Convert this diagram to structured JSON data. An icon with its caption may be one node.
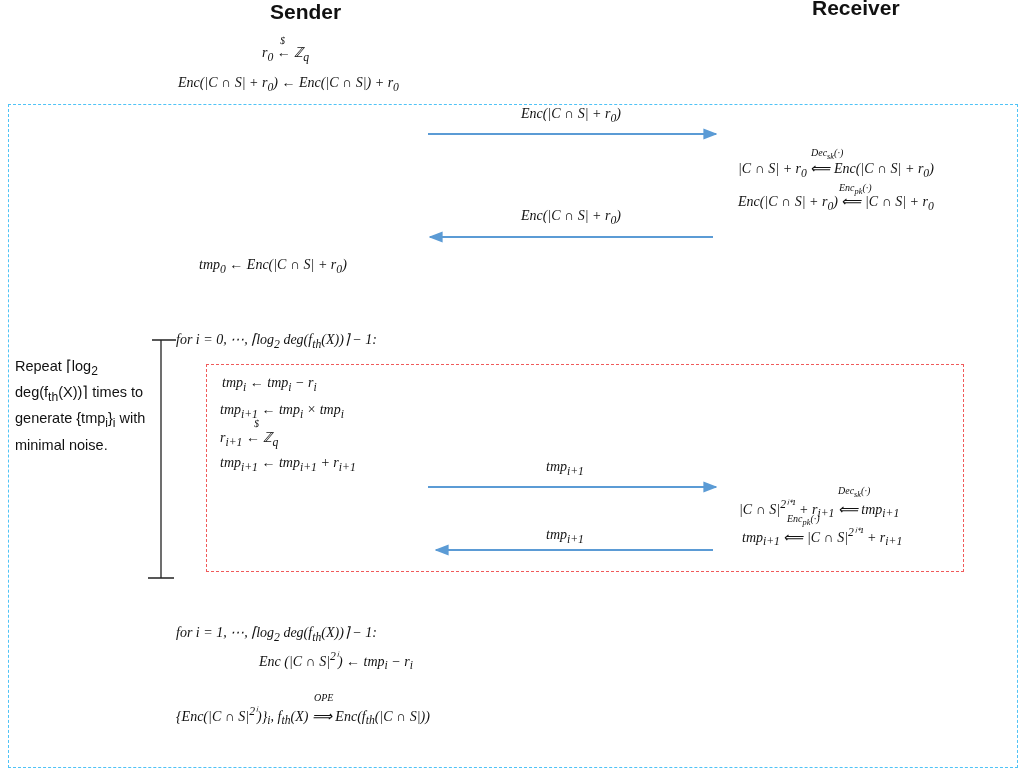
{
  "diagram": {
    "nodes": [
      {
        "text": [
          "Dec$_{sk}$(·)",
          "|C ∩ S| + r$_{0}$ ⟸ Enc(|C ∩ S| + r$_{0}$)",
          "Enc$_{pk}$(·)",
          "Enc(|C ∩ S| + r$_{0}$) ⟸ |C ∩ S| + r$_{0}$",
          "tmp$_{0}$ ← Enc(|C ∩ S| + r$_{0}$)",
          "for i = 0, ⋯, ⌈log$_{2}$ deg(f$_{th}$(X))⌉ − 1:",
          "Repeat ⌈log$_{2}$ deg(f$_{th}$(X))⌉ times to generate {tmp$_{i}$}$_{i}$ with minimal noise.",
          "for i = 1, ⋯, ⌈log$_{2}$ deg(f$_{th}$(X))⌉ − 1:",
          "Enc (|C ∩ S|$^{2ⁱ}$) ← tmp$_{i}$ − r$_{i}$",
          "OPE",
          "{Enc(|C ∩ S|$^{2ⁱ}$)}$_{i}$, f$_{th}$(X) ⟹ Enc(f$_{th}$(|C ∩ S|))"
        ]
      },
      {
        "text": [
          "tmp$_{i}$ ← tmp$_{i}$ − r$_{i}$",
          "tmp$_{i+1}$ ← tmp$_{i}$ × tmp$_{i}$",
          "$",
          "r$_{i+1}$ ← ℤ$_{q}$",
          "tmp$_{i+1}$ ← tmp$_{i+1}$ + r$_{i+1}$",
          "Dec$_{sk}$(·)",
          "|C ∩ S|$^{2ⁱ⁺¹}$ + r$_{i+1}$ ⟸ tmp$_{i+1}$",
          "Enc$_{pk}$(·)",
          "tmp$_{i+1}$ ⟸ |C ∩ S|$^{2ⁱ⁺¹}$ + r$_{i+1}$"
        ],
        "in": 0
      }
    ],
    "labels": [
      "Sender",
      "Receiver",
      "$",
      "r$_{0}$ ← ℤ$_{q}$",
      "Enc(|C ∩ S| + r$_{0}$) ← Enc(|C ∩ S|) + r$_{0}$",
      "Enc(|C ∩ S| + r$_{0}$)",
      "Enc(|C ∩ S| + r$_{0}$)",
      "tmp$_{i+1}$",
      "tmp$_{i+1}$"
    ]
  }
}
